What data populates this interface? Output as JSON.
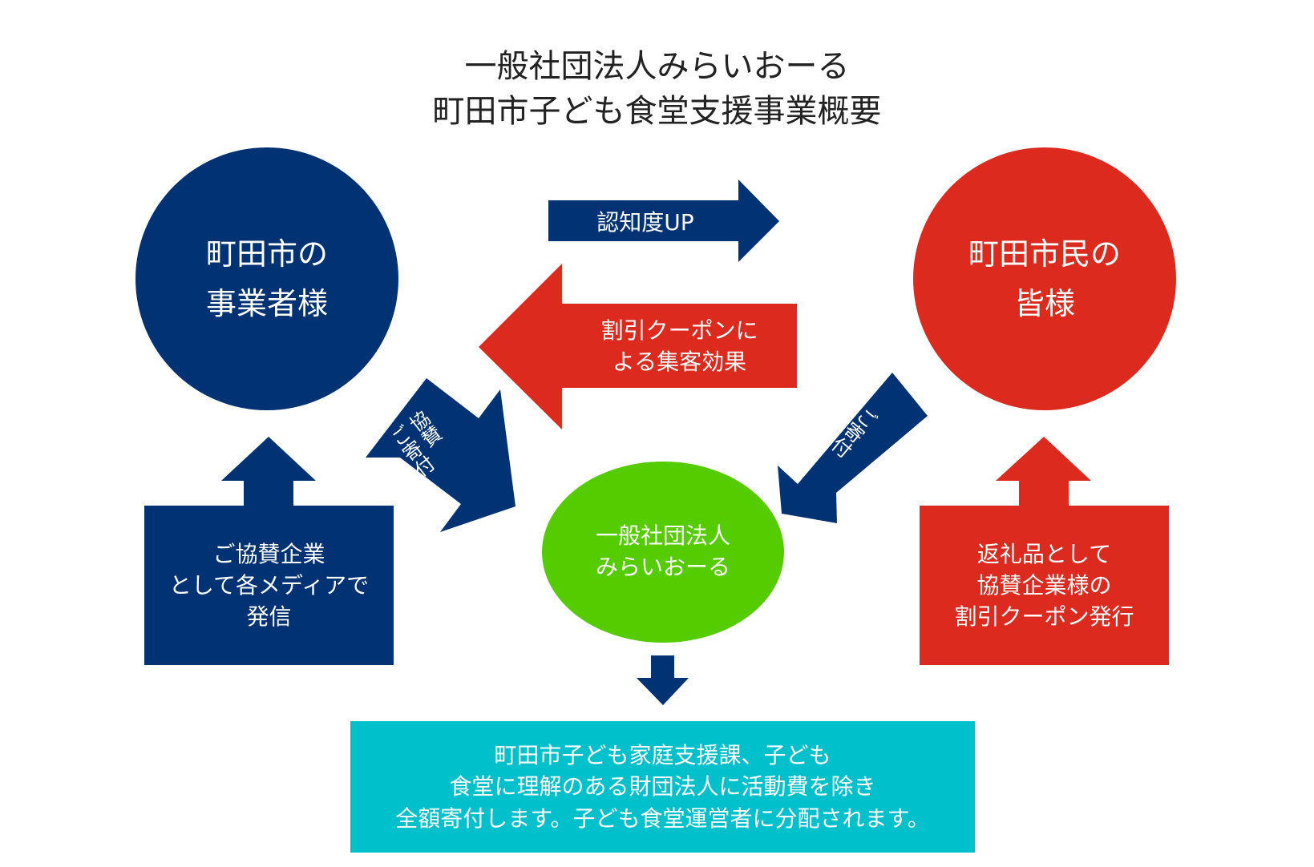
{
  "title": {
    "line1": "一般社団法人みらいおーる",
    "line2": "町田市子ども食堂支援事業概要"
  },
  "nodes": {
    "businesses": {
      "line1": "町田市の",
      "line2": "事業者様"
    },
    "citizens": {
      "line1": "町田市民の",
      "line2": "皆様"
    },
    "org": {
      "line1": "一般社団法人",
      "line2": "みらいおーる"
    }
  },
  "arrows": {
    "awareness": "認知度UP",
    "coupon_effect": {
      "line1": "割引クーポンに",
      "line2": "よる集客効果"
    },
    "sponsor_donation": {
      "line1": "協賛",
      "line2": "ご寄付"
    },
    "citizen_donation": "ご寄付"
  },
  "boxes": {
    "sponsor_media": {
      "line1": "ご協賛企業",
      "line2": "として各メディアで",
      "line3": "発信"
    },
    "coupon_issue": {
      "line1": "返礼品として",
      "line2": "協賛企業様の",
      "line3": "割引クーポン発行"
    },
    "donation_note": {
      "line1": "町田市子ども家庭支援課、子ども",
      "line2": "食堂に理解のある財団法人に活動費を除き",
      "line3": "全額寄付します。子ども食堂運営者に分配されます。"
    }
  },
  "colors": {
    "navy": "#003274",
    "red": "#dc2a1f",
    "green": "#55cc00",
    "cyan": "#00c0cc"
  }
}
